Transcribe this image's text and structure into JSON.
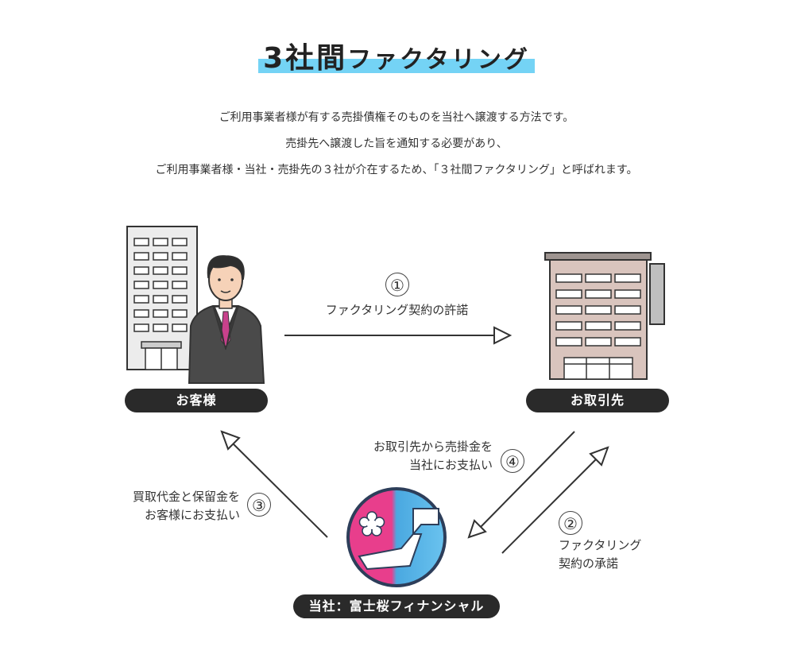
{
  "title": {
    "main": "3社間",
    "sub": "ファクタリング"
  },
  "intro": [
    "ご利用事業者様が有する売掛債権そのものを当社へ譲渡する方法です。",
    "売掛先へ譲渡した旨を通知する必要があり、",
    "ご利用事業者様・当社・売掛先の３社が介在するため、「３社間ファクタリング」と呼ばれます。"
  ],
  "nodes": {
    "customer": "お客様",
    "partner": "お取引先",
    "company": "当社：富士桜フィナンシャル"
  },
  "steps": [
    {
      "num": "①",
      "lines": [
        "ファクタリング契約の許諾"
      ]
    },
    {
      "num": "②",
      "lines": [
        "ファクタリング",
        "契約の承諾"
      ]
    },
    {
      "num": "③",
      "lines": [
        "買取代金と保留金を",
        "お客様にお支払い"
      ]
    },
    {
      "num": "④",
      "lines": [
        "お取引先から売掛金を",
        "当社にお支払い"
      ]
    }
  ],
  "colors": {
    "title_marker": "#74d3f5",
    "pill": "#2a2a2a",
    "logo_pink": "#e83e8c",
    "logo_blue": "#4aa8e0"
  }
}
